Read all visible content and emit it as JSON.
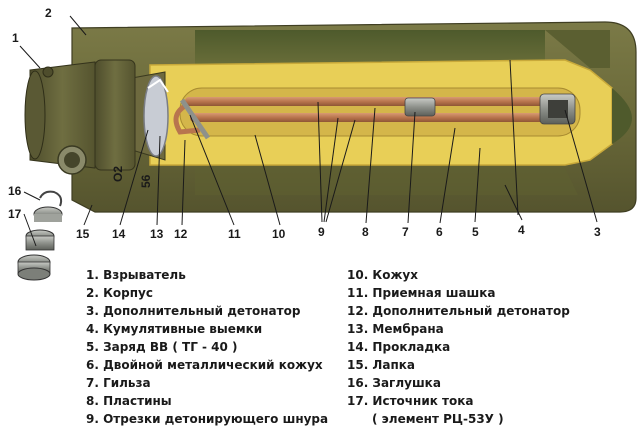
{
  "callouts": [
    "1",
    "2",
    "3",
    "4",
    "5",
    "6",
    "7",
    "8",
    "9",
    "10",
    "11",
    "12",
    "13",
    "14",
    "15",
    "16",
    "17"
  ],
  "marking": "О2",
  "marking2": "56",
  "legend": {
    "left": [
      "1. Взрыватель",
      "2. Корпус",
      "3. Дополнительный детонатор",
      "4. Кумулятивные выемки",
      "5. Заряд ВВ ( ТГ - 40 )",
      "6. Двойной металлический кожух",
      "7. Гильза",
      "8. Пластины",
      "9. Отрезки детонирующего шнура"
    ],
    "right": [
      "10. Кожух",
      "11. Приемная шашка",
      "12. Дополнительный детонатор",
      "13. Мембрана",
      "14. Прокладка",
      "15. Лапка",
      "16. Заглушка",
      "17. Источник тока",
      "( элемент РЦ-53У )"
    ]
  },
  "colors": {
    "body": "#6b6a3b",
    "body_dark": "#4a4928",
    "explosive": "#e8cf57",
    "explosive_edge": "#c8a93a",
    "tube": "#b8754e",
    "fuze": "#5f5e38"
  }
}
